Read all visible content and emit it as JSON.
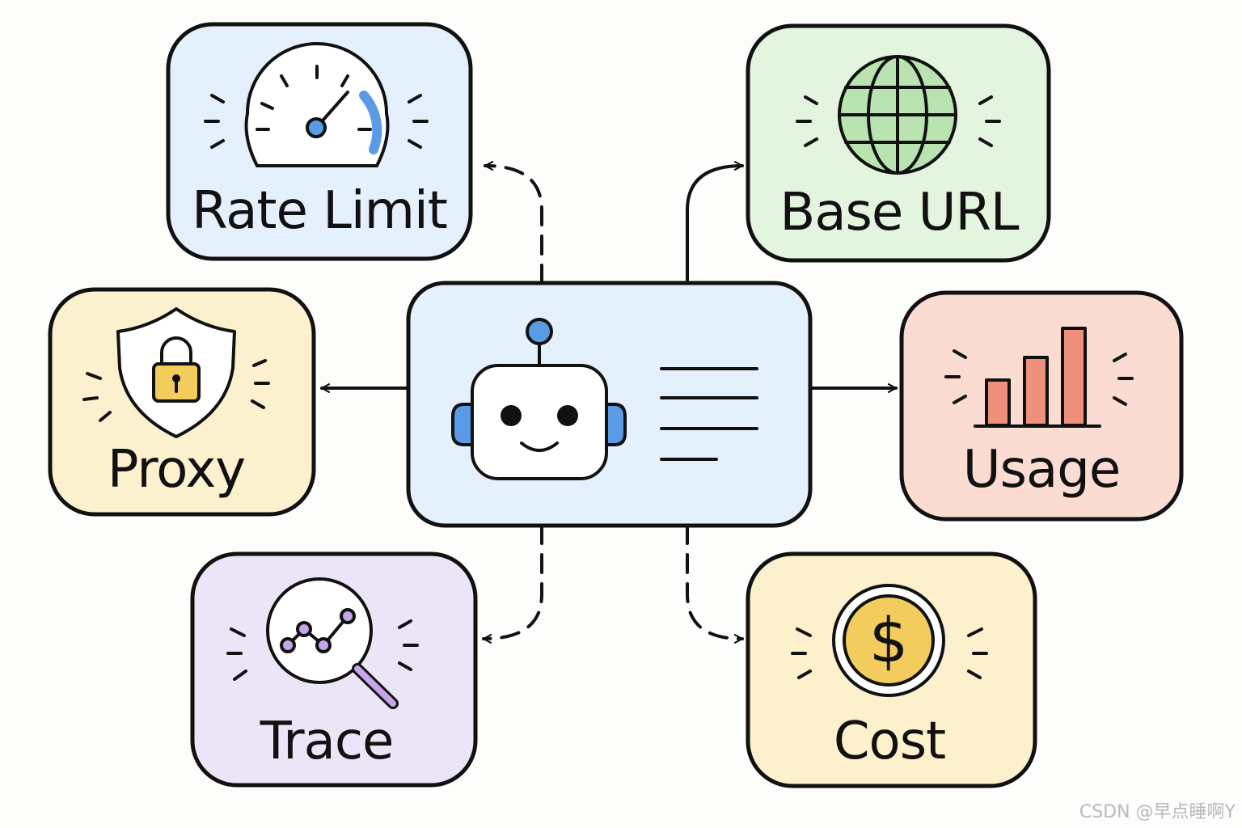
{
  "nodes": {
    "rate_limit": {
      "label": "Rate Limit",
      "icon": "speedometer-icon",
      "fill": "#e4f0fc"
    },
    "base_url": {
      "label": "Base URL",
      "icon": "globe-icon",
      "fill": "#e3f4df"
    },
    "proxy": {
      "label": "Proxy",
      "icon": "shield-lock-icon",
      "fill": "#fbf1cf"
    },
    "usage": {
      "label": "Usage",
      "icon": "bar-chart-icon",
      "fill": "#fbdcd3"
    },
    "trace": {
      "label": "Trace",
      "icon": "magnifier-chart-icon",
      "fill": "#ece4f7"
    },
    "cost": {
      "label": "Cost",
      "icon": "dollar-coin-icon",
      "fill": "#fcf1cc"
    }
  },
  "center": {
    "icon": "robot-icon",
    "fill": "#e4f0fc"
  },
  "colors": {
    "stroke": "#111111",
    "accent_blue": "#5b9be6",
    "accent_yellow": "#f2cc5c",
    "accent_red": "#ef8f7d",
    "accent_purple": "#c7a5ea"
  },
  "watermark": "CSDN @早点睡啊Y"
}
